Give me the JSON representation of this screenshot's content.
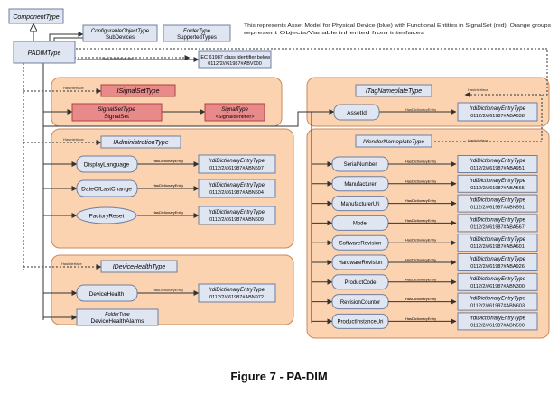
{
  "top_nodes": {
    "component_type": "ComponentType",
    "padim_type": "PADIMType",
    "configurable_object_type": "ConfigurableObjectType",
    "sub_devices": "SubDevices",
    "folder_type": "FolderType",
    "supported_types": "SupportedTypes",
    "iec_line1": "IEC 61987 class identifier below",
    "iec_line2": "0112/2///61987#ABV000"
  },
  "description": "This represents Asset Model for Physical Device (blue) with Functional Entities in SignalSet (red). Orange groups represent Objects/Variable inherited from interfaces",
  "edge_labels": {
    "has_interface": "HasInterface",
    "has_dictionary_entry": "HasDictionaryEntry"
  },
  "signal_group": {
    "interface": "ISignalSetType",
    "signal_set_type": "SignalSetType",
    "signal_set": "SignalSet",
    "signal_type": "SignalType",
    "signal_identifier": "<SignalIdentifier>"
  },
  "admin_group": {
    "interface": "IAdministrationType",
    "rows": [
      {
        "name": "DisplayLanguage",
        "dict_type": "IrdiDictionaryEntryType",
        "code": "0112/2///61987#ABN597"
      },
      {
        "name": "DateOfLastChange",
        "dict_type": "IrdiDictionaryEntryType",
        "code": "0112/2///61987#ABN604"
      },
      {
        "name": "FactoryReset",
        "dict_type": "IrdiDictionaryEntryType",
        "code": "0112/2///61987#ABN609"
      }
    ]
  },
  "health_group": {
    "interface": "IDeviceHealthType",
    "device_health": "DeviceHealth",
    "dict_type": "IrdiDictionaryEntryType",
    "code": "0112/2///61987#ABN972",
    "folder_type": "FolderType",
    "alarms": "DeviceHealthAlarms"
  },
  "tag_group": {
    "interface": "ITagNameplateType",
    "asset_id": "AssetId",
    "dict_type": "IrdiDictionaryEntryType",
    "code": "0112/2///61987#ABA038"
  },
  "vendor_group": {
    "interface": "IVendorNameplateType",
    "rows": [
      {
        "name": "SerialNumber",
        "dict_type": "IrdiDictionaryEntryType",
        "code": "0112/2///61987#ABA951"
      },
      {
        "name": "Manufacturer",
        "dict_type": "IrdiDictionaryEntryType",
        "code": "0112/2///61987#ABA565"
      },
      {
        "name": "ManufacturerUri",
        "dict_type": "IrdiDictionaryEntryType",
        "code": "0112/2///61987#ABN591"
      },
      {
        "name": "Model",
        "dict_type": "IrdiDictionaryEntryType",
        "code": "0112/2///61987#ABA567"
      },
      {
        "name": "SoftwareRevision",
        "dict_type": "IrdiDictionaryEntryType",
        "code": "0112/2///61987#ABA601"
      },
      {
        "name": "HardwareRevision",
        "dict_type": "IrdiDictionaryEntryType",
        "code": "0112/2///61987#ABA926"
      },
      {
        "name": "ProductCode",
        "dict_type": "IrdiDictionaryEntryType",
        "code": "0112/2///61987#ABN300"
      },
      {
        "name": "RevisionCounter",
        "dict_type": "IrdiDictionaryEntryType",
        "code": "0112/2///61987#ABN603"
      },
      {
        "name": "ProductInstanceUri",
        "dict_type": "IrdiDictionaryEntryType",
        "code": "0112/2///61987#ABN590"
      }
    ]
  },
  "caption": "Figure 7 - PA-DIM",
  "colors": {
    "group_fill": "#fbd3b0",
    "group_stroke": "#c9885a",
    "node_fill": "#dfe6f2",
    "node_stroke": "#6f7fa0",
    "red_fill": "#e88a8a",
    "red_stroke": "#b04040"
  }
}
